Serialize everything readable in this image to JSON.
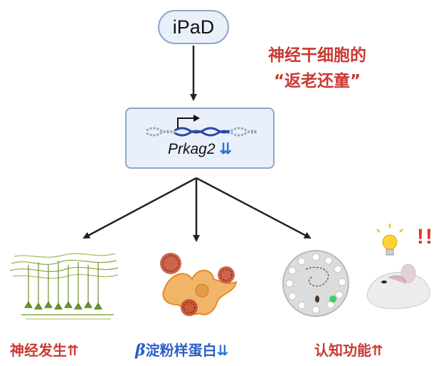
{
  "nodes": {
    "top": "iPaD",
    "headline_line1": "神经干细胞的",
    "headline_line2": "“返老还童”",
    "gene": "Prkag2",
    "gene_arrow": "⇊"
  },
  "outcomes": [
    {
      "label": "神经发生",
      "arrow": "⇈",
      "color": "#c83a32"
    },
    {
      "beta": "β",
      "label": "淀粉样蛋白",
      "arrow": "⇊",
      "color": "#2a5ec8"
    },
    {
      "label": "认知功能",
      "arrow": "⇈",
      "color": "#c83a32"
    }
  ],
  "exclamation": "!!",
  "colors": {
    "node_fill": "#e9f0fa",
    "node_border": "#8fa6c6",
    "accent_red": "#c83a32",
    "accent_blue": "#2a5ec8"
  },
  "icons": [
    "neuron-network-icon",
    "amyloid-plaque-cell-icon",
    "water-maze-icon",
    "mouse-lightbulb-icon"
  ]
}
